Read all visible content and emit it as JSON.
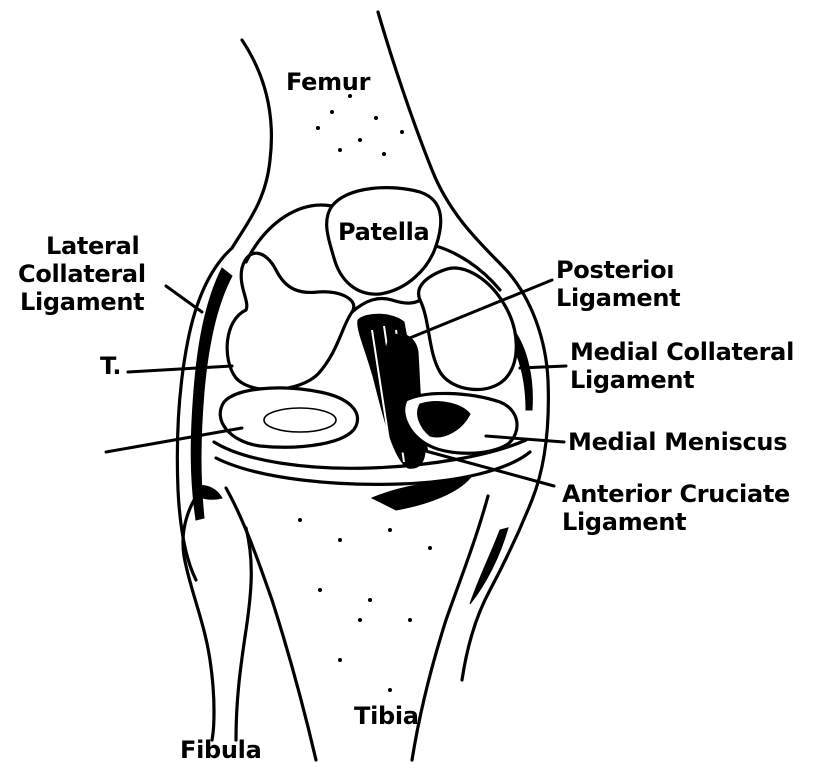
{
  "labels": {
    "femur": "Femur",
    "patella": "Patella",
    "lateral_collateral": [
      "Lateral",
      "Collateral",
      "Ligament"
    ],
    "posterior": [
      "Posterioı",
      "Ligament"
    ],
    "medial_collateral": [
      "Medial Collateral",
      "Ligament"
    ],
    "tendon": "T.",
    "medial_meniscus": "Medial Meniscus",
    "anterior_cruciate": [
      "Anterior Cruciate",
      "Ligament"
    ],
    "tibia": "Tibia",
    "fibula": "Fibula"
  },
  "colors": {
    "ink": "#000000",
    "paper": "#ffffff"
  }
}
